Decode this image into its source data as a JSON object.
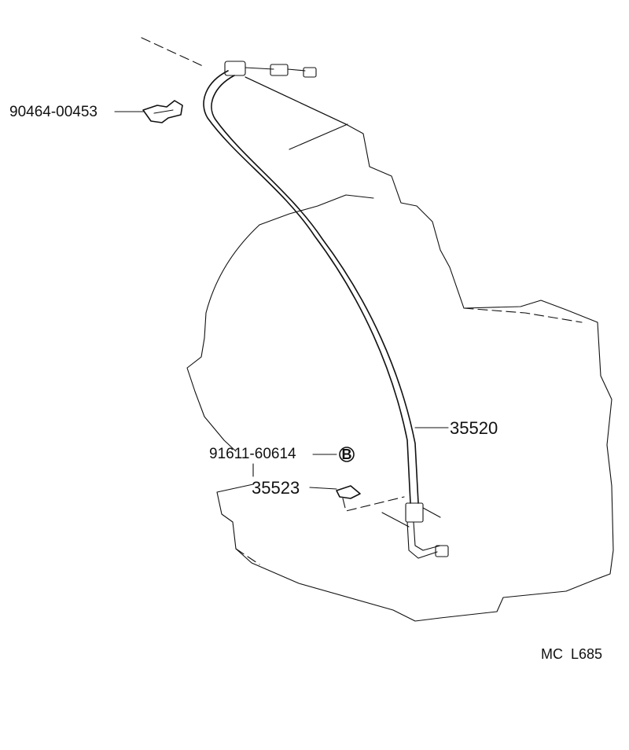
{
  "callouts": {
    "clamp_part": "90464-00453",
    "cable_part": "35520",
    "bolt_part": "91611-60614",
    "bolt_mark": "B",
    "bracket_part": "35523"
  },
  "diagram_code": "MC  L685"
}
